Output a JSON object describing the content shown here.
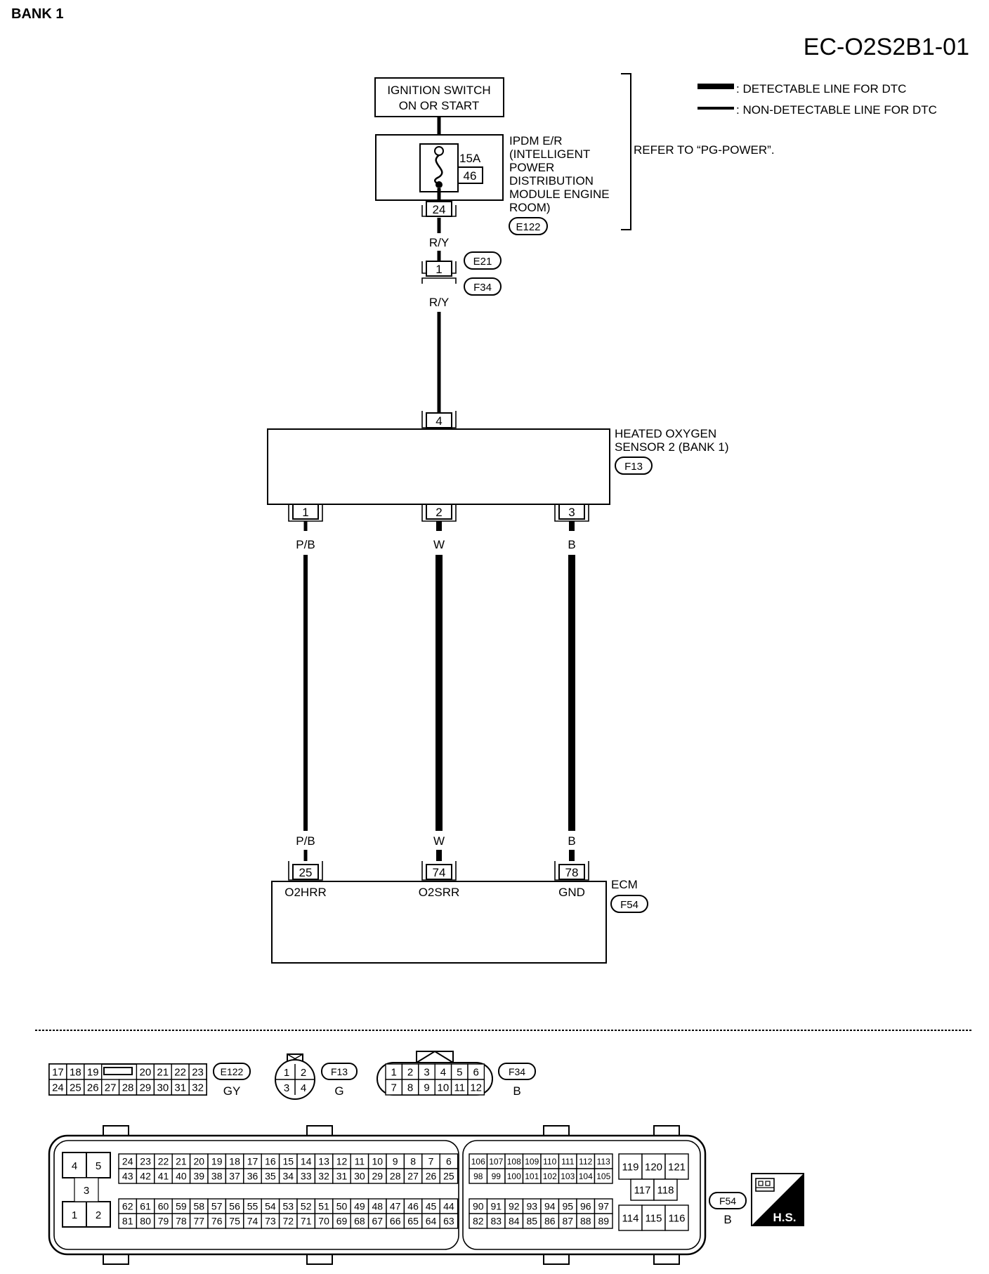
{
  "page": {
    "bank_label": "BANK 1",
    "diagram_code": "EC-O2S2B1-01"
  },
  "legend": {
    "detectable": ": DETECTABLE LINE FOR DTC",
    "non_detectable": ": NON-DETECTABLE LINE FOR DTC"
  },
  "power": {
    "ignition_line1": "IGNITION SWITCH",
    "ignition_line2": "ON OR START",
    "fuse_rating": "15A",
    "fuse_number": "46",
    "ipdm_lines": [
      "IPDM E/R",
      "(INTELLIGENT",
      "POWER",
      "DISTRIBUTION",
      "MODULE ENGINE",
      "ROOM)"
    ],
    "ipdm_connector": "E122",
    "ipdm_terminal": "24",
    "refer_note": "REFER TO “PG-POWER”."
  },
  "harness": {
    "wire_color_upper": "R/Y",
    "terminal": "1",
    "connector_a": "E21",
    "connector_b": "F34",
    "wire_color_lower": "R/Y"
  },
  "sensor": {
    "name_line1": "HEATED OXYGEN",
    "name_line2": "SENSOR 2 (BANK 1)",
    "connector": "F13",
    "power_terminal": "4",
    "terminals": [
      {
        "terminal": "1",
        "wire": "P/B"
      },
      {
        "terminal": "2",
        "wire": "W"
      },
      {
        "terminal": "3",
        "wire": "B"
      }
    ]
  },
  "ecm": {
    "name": "ECM",
    "connector": "F54",
    "terminals": [
      {
        "wire": "P/B",
        "terminal": "25",
        "signal": "O2HRR"
      },
      {
        "wire": "W",
        "terminal": "74",
        "signal": "O2SRR"
      },
      {
        "wire": "B",
        "terminal": "78",
        "signal": "GND"
      }
    ]
  },
  "connector_views": {
    "e122": {
      "id": "E122",
      "color": "GY",
      "top_left": [
        "17",
        "18",
        "19"
      ],
      "top_right": [
        "20",
        "21",
        "22",
        "23"
      ],
      "bottom": [
        "24",
        "25",
        "26",
        "27",
        "28",
        "29",
        "30",
        "31",
        "32"
      ]
    },
    "f13": {
      "id": "F13",
      "color": "G",
      "pins": [
        "1",
        "2",
        "3",
        "4"
      ]
    },
    "f34": {
      "id": "F34",
      "color": "B",
      "top": [
        "1",
        "2",
        "3",
        "4",
        "5",
        "6"
      ],
      "bottom": [
        "7",
        "8",
        "9",
        "10",
        "11",
        "12"
      ]
    },
    "f54": {
      "id": "F54",
      "color": "B",
      "left_pins": [
        "4",
        "5",
        "3",
        "1",
        "2"
      ],
      "main_row1": [
        "24",
        "23",
        "22",
        "21",
        "20",
        "19",
        "18",
        "17",
        "16",
        "15",
        "14",
        "13",
        "12",
        "11",
        "10",
        "9",
        "8",
        "7",
        "6"
      ],
      "main_row2": [
        "43",
        "42",
        "41",
        "40",
        "39",
        "38",
        "37",
        "36",
        "35",
        "34",
        "33",
        "32",
        "31",
        "30",
        "29",
        "28",
        "27",
        "26",
        "25"
      ],
      "main_row3": [
        "62",
        "61",
        "60",
        "59",
        "58",
        "57",
        "56",
        "55",
        "54",
        "53",
        "52",
        "51",
        "50",
        "49",
        "48",
        "47",
        "46",
        "45",
        "44"
      ],
      "main_row4": [
        "81",
        "80",
        "79",
        "78",
        "77",
        "76",
        "75",
        "74",
        "73",
        "72",
        "71",
        "70",
        "69",
        "68",
        "67",
        "66",
        "65",
        "64",
        "63"
      ],
      "right_row1": [
        "106",
        "107",
        "108",
        "109",
        "110",
        "111",
        "112",
        "113"
      ],
      "right_row2": [
        "98",
        "99",
        "100",
        "101",
        "102",
        "103",
        "104",
        "105"
      ],
      "right_row3": [
        "90",
        "91",
        "92",
        "93",
        "94",
        "95",
        "96",
        "97"
      ],
      "right_row4": [
        "82",
        "83",
        "84",
        "85",
        "86",
        "87",
        "88",
        "89"
      ],
      "end_top": [
        "119",
        "120",
        "121"
      ],
      "end_mid": [
        "117",
        "118"
      ],
      "end_bottom": [
        "114",
        "115",
        "116"
      ]
    },
    "hs_label": "H.S."
  }
}
